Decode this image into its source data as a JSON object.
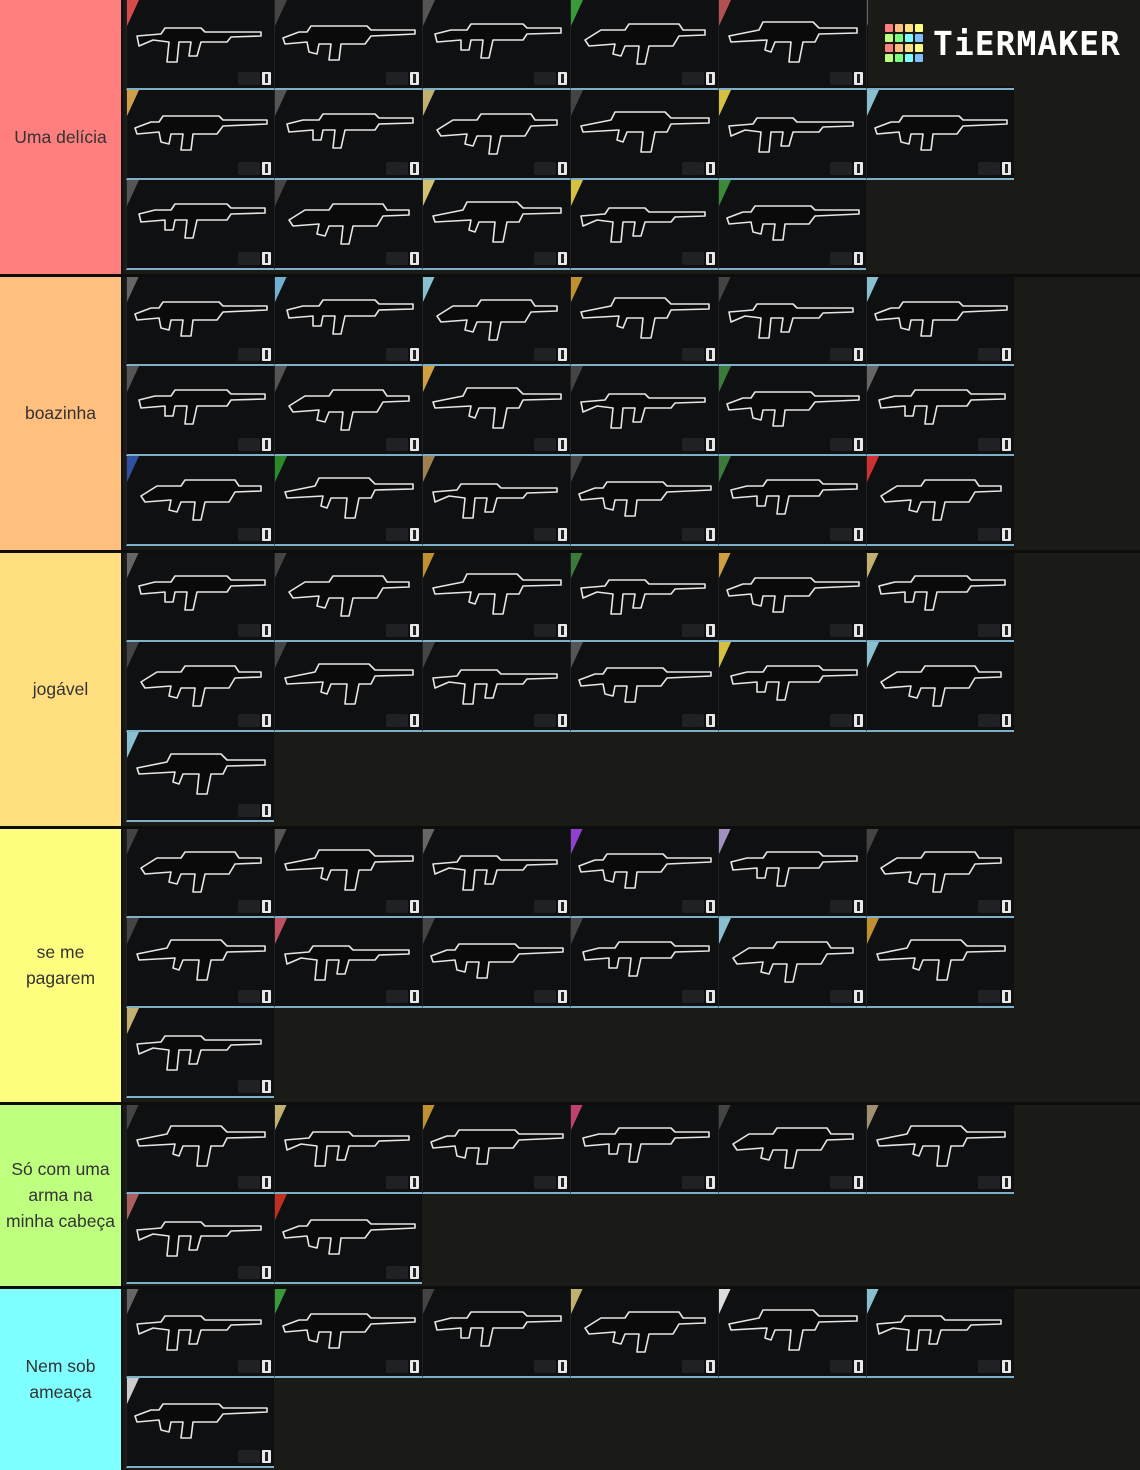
{
  "logo": {
    "text": "TiERMAKER",
    "grid_colors": [
      "#ff7f7f",
      "#ffbf7f",
      "#ffdf7f",
      "#ffff7f",
      "#bfff7f",
      "#7fff7f",
      "#7fffff",
      "#7fbfff",
      "#ff7f7f",
      "#ffbf7f",
      "#ffdf7f",
      "#ffff7f",
      "#bfff7f",
      "#7fff7f",
      "#7fffff",
      "#7fbfff"
    ]
  },
  "tiers": [
    {
      "label": "Uma delícia",
      "color": "#ff7f7f",
      "count": 17,
      "stripes": [
        "#d94a4a",
        "#444",
        "#555",
        "#3a9a3a",
        "#b05050",
        "#666",
        "#cfa04a",
        "#555",
        "#c2b070",
        "#444",
        "#d6c040",
        "#88c0d0",
        "#555",
        "#444",
        "#d0c070",
        "#d6c040",
        "#3a8a3a"
      ]
    },
    {
      "label": "boazinha",
      "color": "#ffbf7f",
      "count": 18,
      "stripes": [
        "#666",
        "#6fb0d0",
        "#88c0d0",
        "#c09030",
        "#444",
        "#88c0d0",
        "#555",
        "#555",
        "#d0a040",
        "#444",
        "#3a7a3a",
        "#666",
        "#3050a0",
        "#2a8a2a",
        "#a08050",
        "#444",
        "#3a7a3a",
        "#d03030"
      ]
    },
    {
      "label": "jogável",
      "color": "#ffdf7f",
      "count": 13,
      "stripes": [
        "#666",
        "#444",
        "#c09030",
        "#3a7a3a",
        "#d0a040",
        "#c2b070",
        "#444",
        "#444",
        "#444",
        "#555",
        "#d6c040",
        "#88c0d0",
        "#88c0d0"
      ]
    },
    {
      "label": "se me pagarem",
      "color": "#ffff7f",
      "count": 13,
      "stripes": [
        "#444",
        "#555",
        "#666",
        "#9040d0",
        "#a090c0",
        "#444",
        "#444",
        "#c05060",
        "#444",
        "#444",
        "#88c0d0",
        "#c09030",
        "#c2b070"
      ]
    },
    {
      "label": "Só com uma arma na minha cabeça",
      "color": "#bfff7f",
      "count": 8,
      "stripes": [
        "#444",
        "#c2b070",
        "#c09030",
        "#c04070",
        "#444",
        "#a09070",
        "#aa6060",
        "#c03020"
      ]
    },
    {
      "label": "Nem sob ameaça",
      "color": "#7fffff",
      "count": 7,
      "stripes": [
        "#666",
        "#3a9a3a",
        "#444",
        "#c2b070",
        "#dddddd",
        "#88c0d0",
        "#cccccc"
      ]
    }
  ]
}
